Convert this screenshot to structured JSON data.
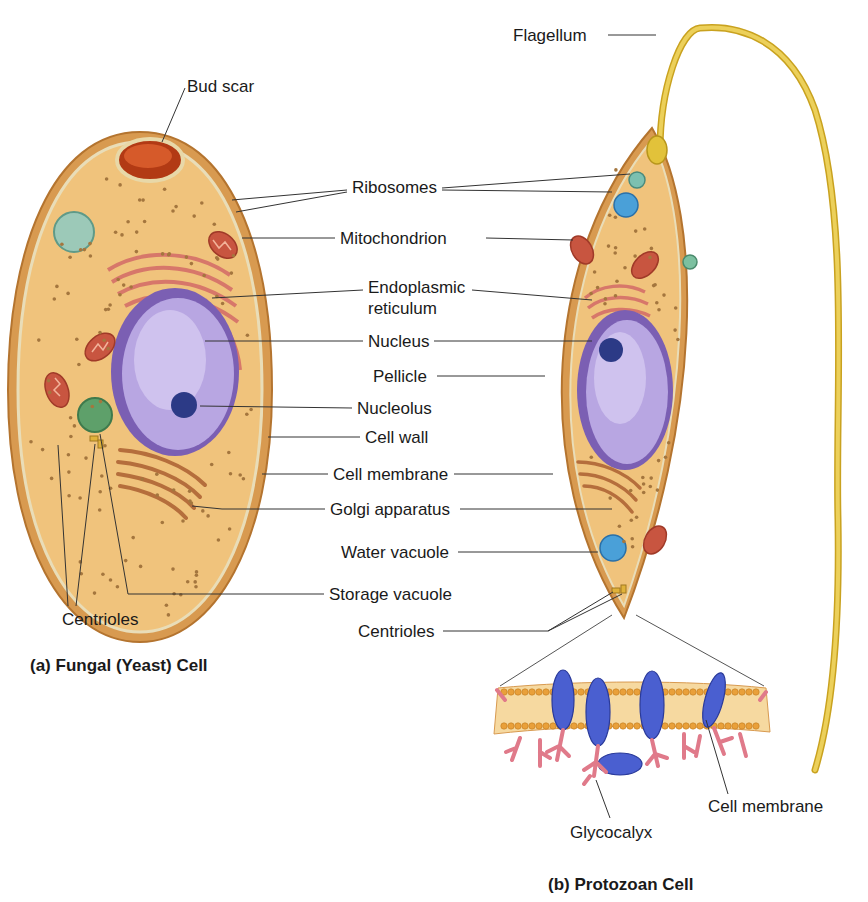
{
  "diagram": {
    "labels": [
      "Flagellum",
      "Bud scar",
      "Ribosomes",
      "Mitochondrion",
      "Endoplasmic reticulum",
      "Nucleus",
      "Pellicle",
      "Nucleolus",
      "Cell wall",
      "Cell membrane",
      "Golgi apparatus",
      "Water vacuole",
      "Storage vacuole",
      "Centrioles",
      "Centrioles",
      "Cell membrane",
      "Glycocalyx",
      "(a) Fungal (Yeast) Cell",
      "(b) Protozoan Cell"
    ]
  }
}
